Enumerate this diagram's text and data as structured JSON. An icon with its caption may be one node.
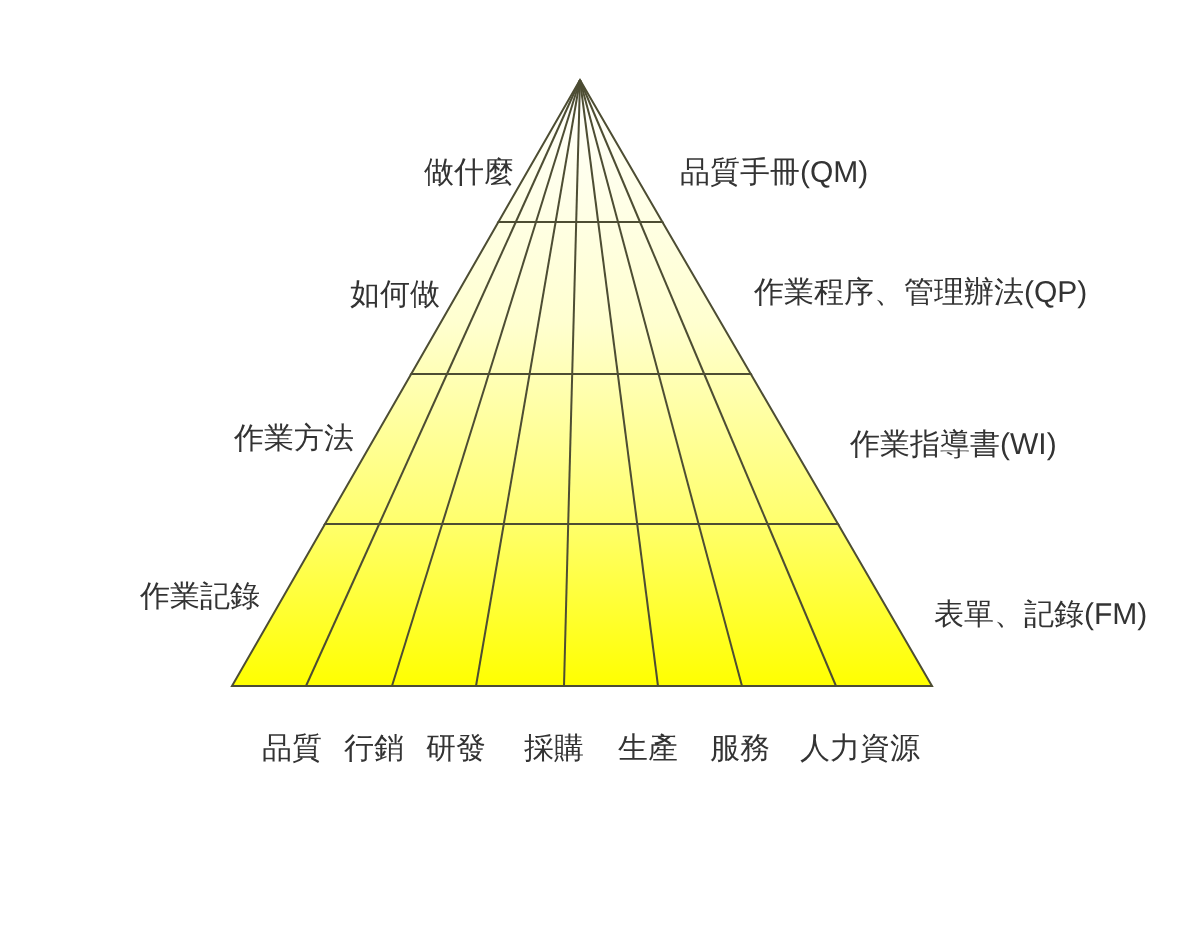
{
  "diagram": {
    "nodes": [
      {
        "text": [],
        "shape": "triangle",
        "beside": [
          "做什麼",
          "品質手冊(QM)"
        ]
      },
      {
        "text": [],
        "shape": "trapezoid",
        "beside": [
          "如何做",
          "作業程序、管理辦法(QP)"
        ]
      },
      {
        "text": [],
        "shape": "trapezoid",
        "beside": [
          "作業方法",
          "作業指導書(WI)"
        ]
      },
      {
        "text": [],
        "shape": "trapezoid",
        "beside": [
          "作業記錄",
          "表單、記錄(FM)"
        ]
      }
    ],
    "labels": [
      "品質",
      "行銷",
      "研發",
      "採購",
      "生產",
      "服務",
      "人力資源"
    ]
  }
}
